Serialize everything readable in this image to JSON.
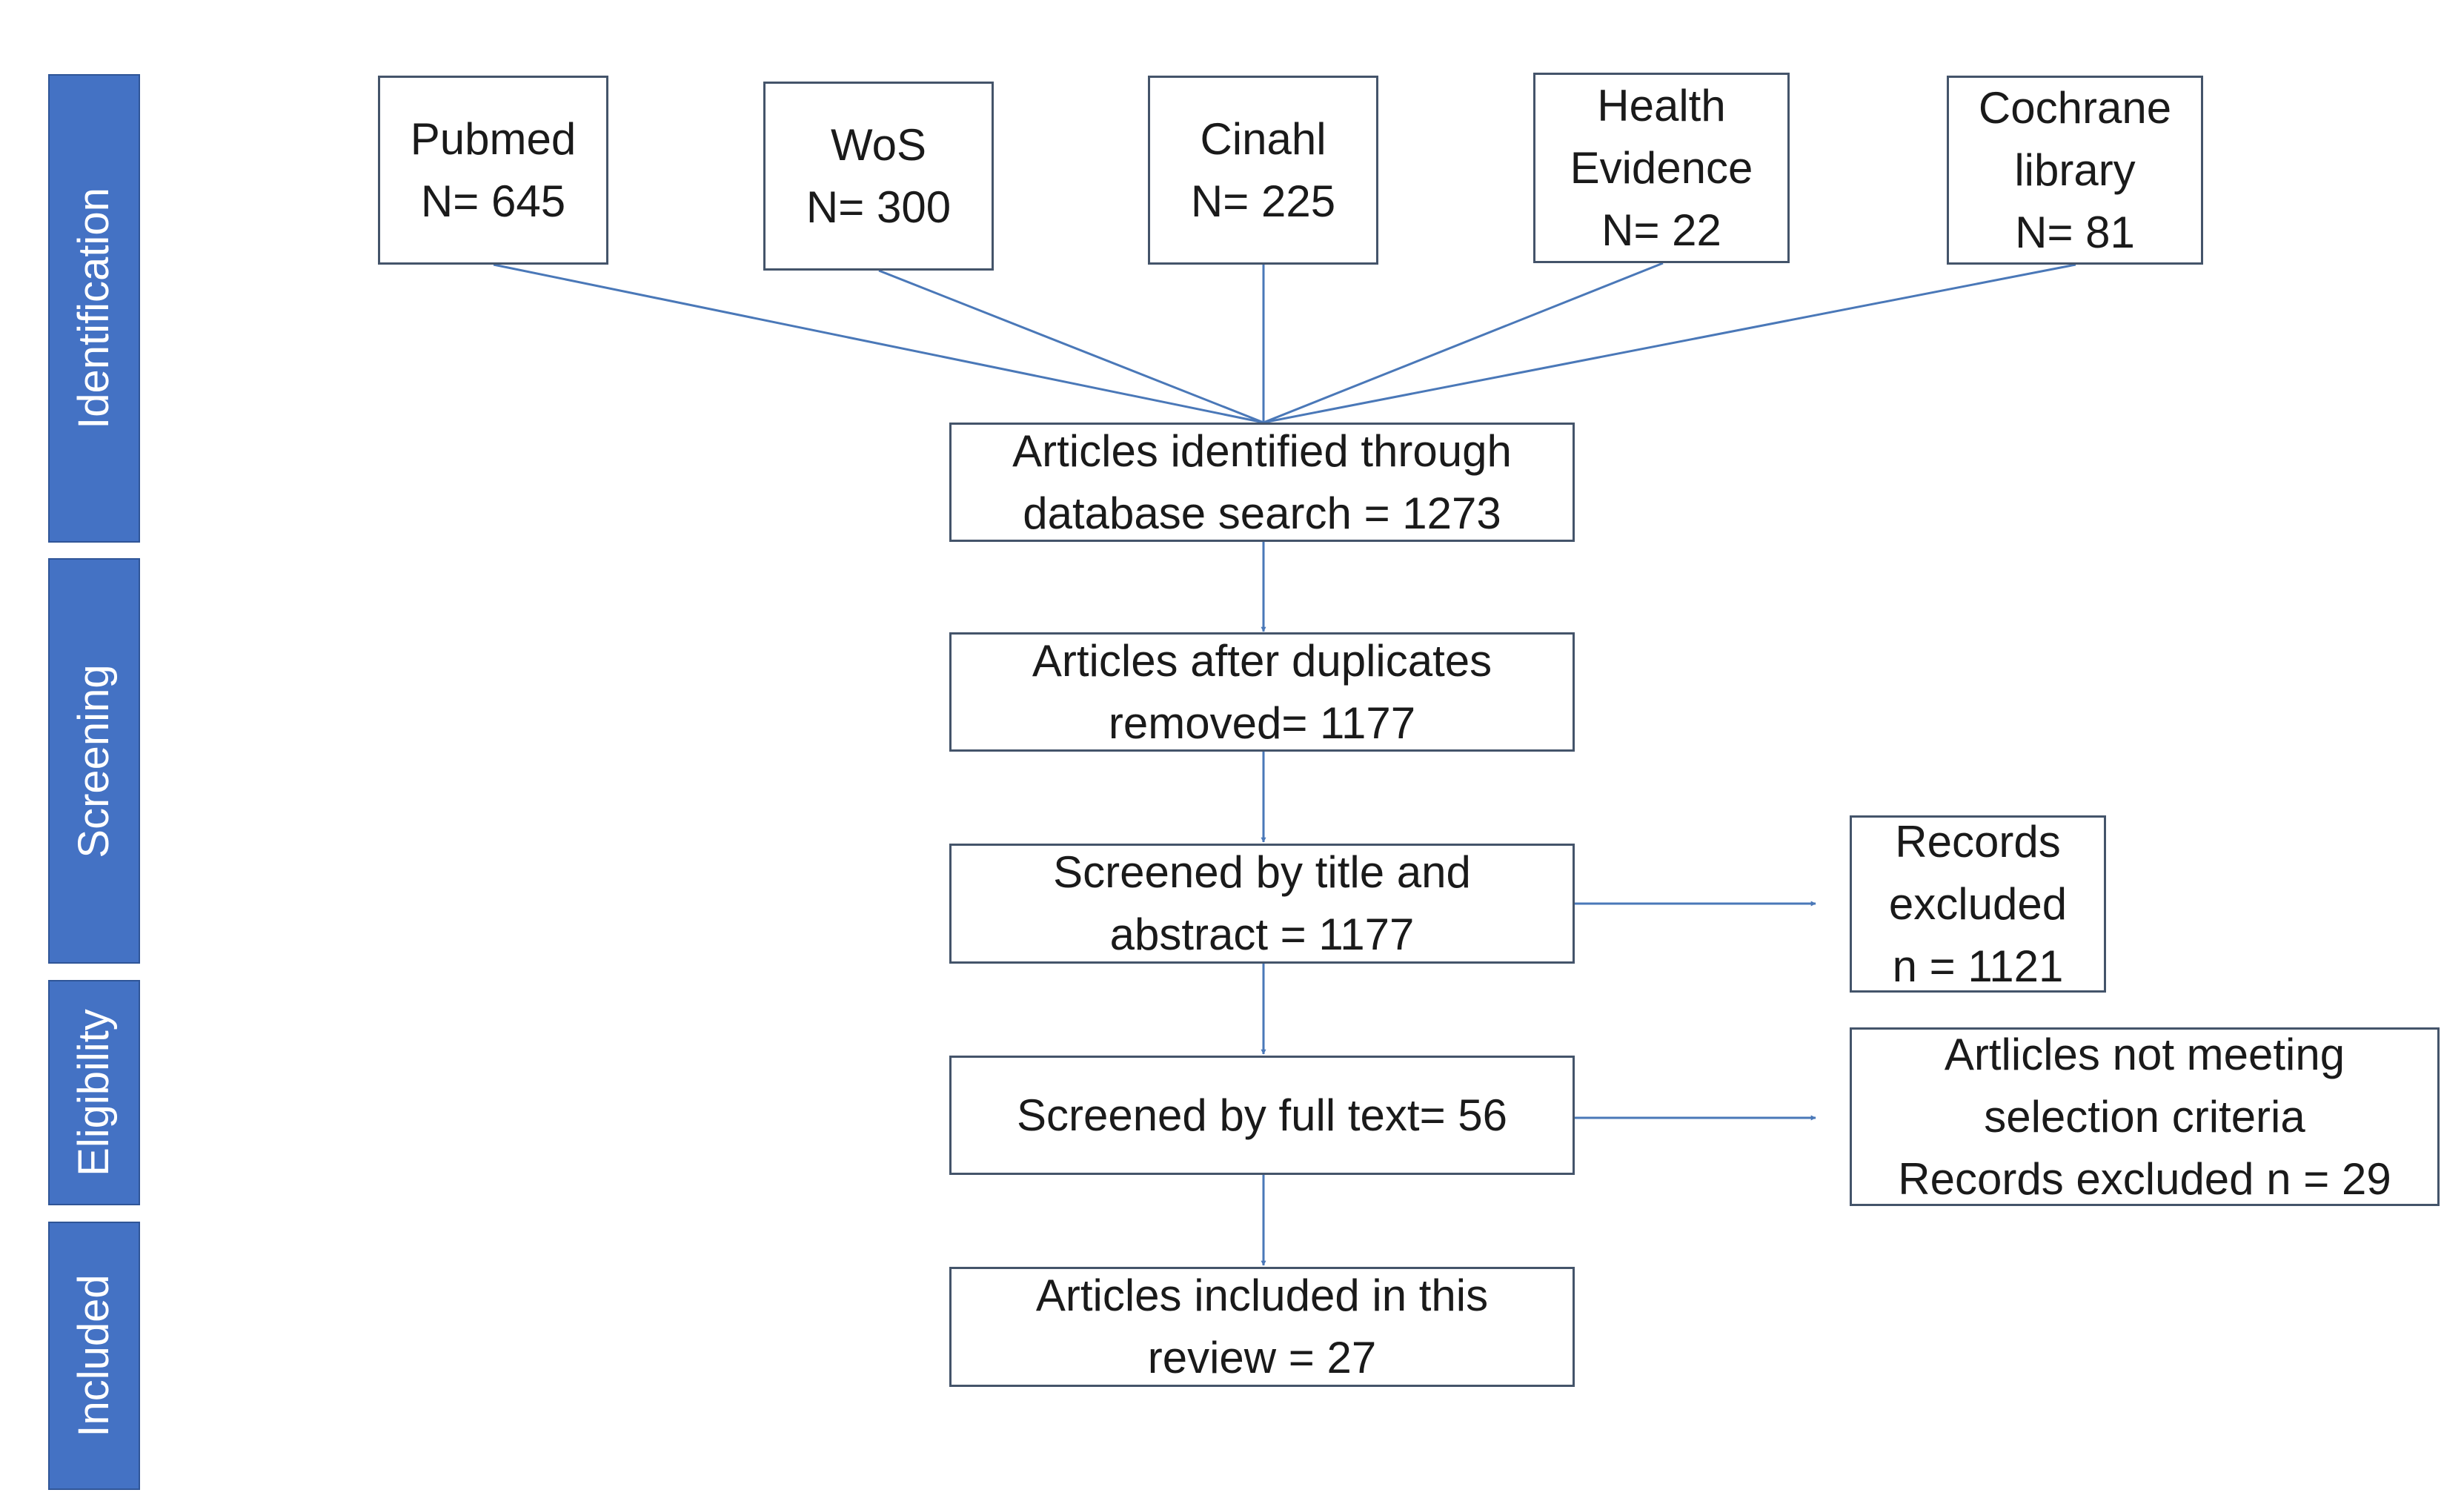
{
  "phases": {
    "identification": "Identification",
    "screening": "Screening",
    "eligibility": "Eligibility",
    "included": "Included"
  },
  "sources": [
    {
      "name": "Pubmed",
      "count": "N= 645"
    },
    {
      "name": "WoS",
      "count": "N= 300"
    },
    {
      "name": "Cinahl",
      "count": "N= 225"
    },
    {
      "name_line1": "Health",
      "name_line2": "Evidence",
      "count": "N=  22"
    },
    {
      "name_line1": "Cochrane",
      "name_line2": "library",
      "count": "N= 81"
    }
  ],
  "flow": {
    "identified": {
      "line1": "Articles identified through",
      "line2": "database search = 1273"
    },
    "deduplicated": {
      "line1": "Articles after duplicates",
      "line2": "removed= 1177"
    },
    "title_abstract": {
      "line1": "Screened by title and",
      "line2": "abstract = 1177"
    },
    "full_text": {
      "line1": "Screened by full text= 56"
    },
    "included": {
      "line1": "Articles included in this",
      "line2": "review = 27"
    }
  },
  "exclusions": {
    "title_abstract": {
      "line1": "Records",
      "line2": "excluded",
      "line3": "n = 1121"
    },
    "full_text": {
      "line1": "Artlicles not meeting",
      "line2": "selection criteria",
      "line3": "Records excluded n = 29"
    }
  },
  "colors": {
    "phase_fill": "#4472c4",
    "connector": "#4a78b8",
    "box_border": "#44546a"
  }
}
